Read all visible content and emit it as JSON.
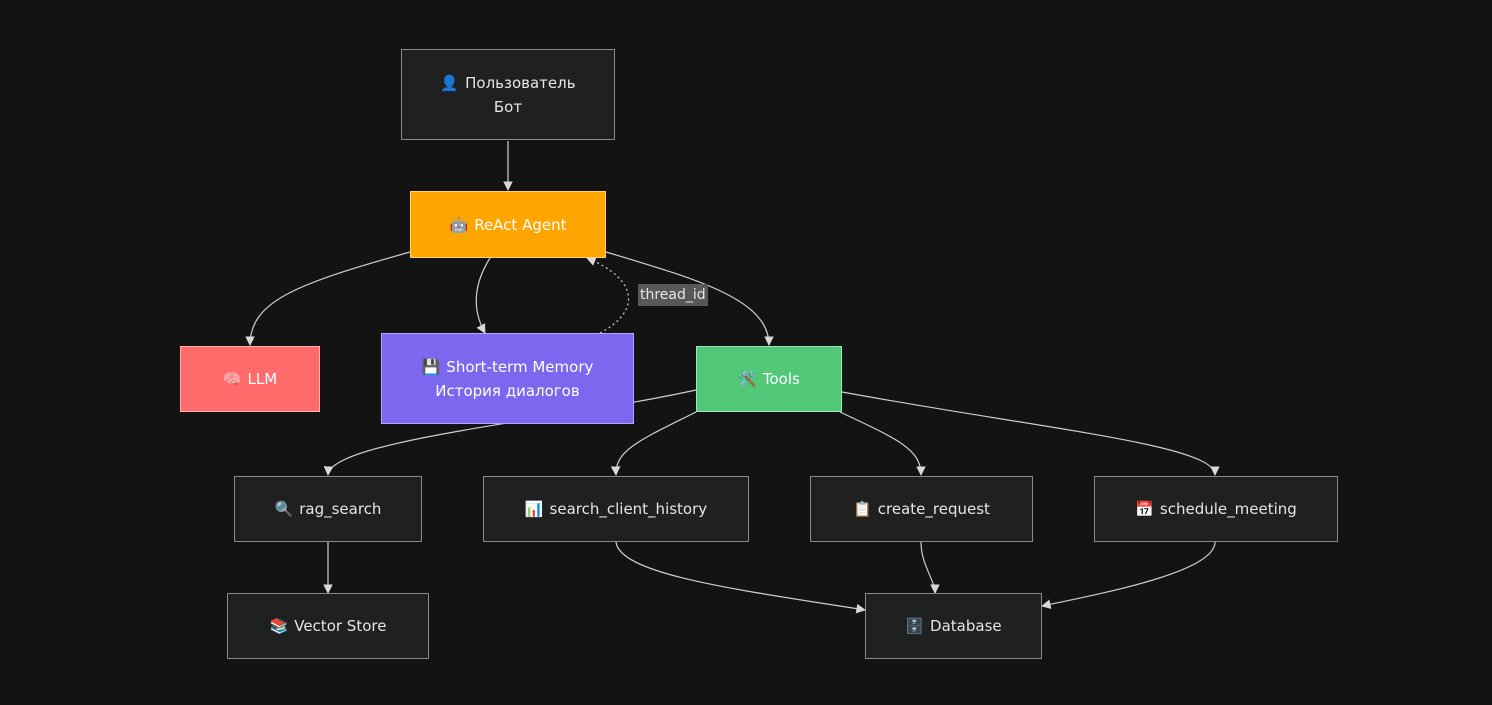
{
  "nodes": {
    "user": {
      "icon": "👤",
      "line1": "Пользователь",
      "line2": "Бот"
    },
    "agent": {
      "icon": "🤖",
      "label": "ReAct Agent"
    },
    "llm": {
      "icon": "🧠",
      "label": "LLM"
    },
    "memory": {
      "icon": "💾",
      "line1": "Short-term Memory",
      "line2": "История диалогов"
    },
    "tools": {
      "icon": "🛠️",
      "label": "Tools"
    },
    "rag_search": {
      "icon": "🔍",
      "label": "rag_search"
    },
    "search_client_history": {
      "icon": "📊",
      "label": "search_client_history"
    },
    "create_request": {
      "icon": "📋",
      "label": "create_request"
    },
    "schedule_meeting": {
      "icon": "📅",
      "label": "schedule_meeting"
    },
    "vector_store": {
      "icon": "📚",
      "label": "Vector Store"
    },
    "database": {
      "icon": "🗄️",
      "label": "Database"
    }
  },
  "edges": {
    "memory_to_agent_label": "thread_id"
  },
  "colors": {
    "background": "#131313",
    "agent": "#ffa500",
    "llm": "#ff6b6b",
    "memory": "#7b68ee",
    "tools": "#50c878",
    "default_node": "#1f2020",
    "edge": "#d0d0d0"
  }
}
